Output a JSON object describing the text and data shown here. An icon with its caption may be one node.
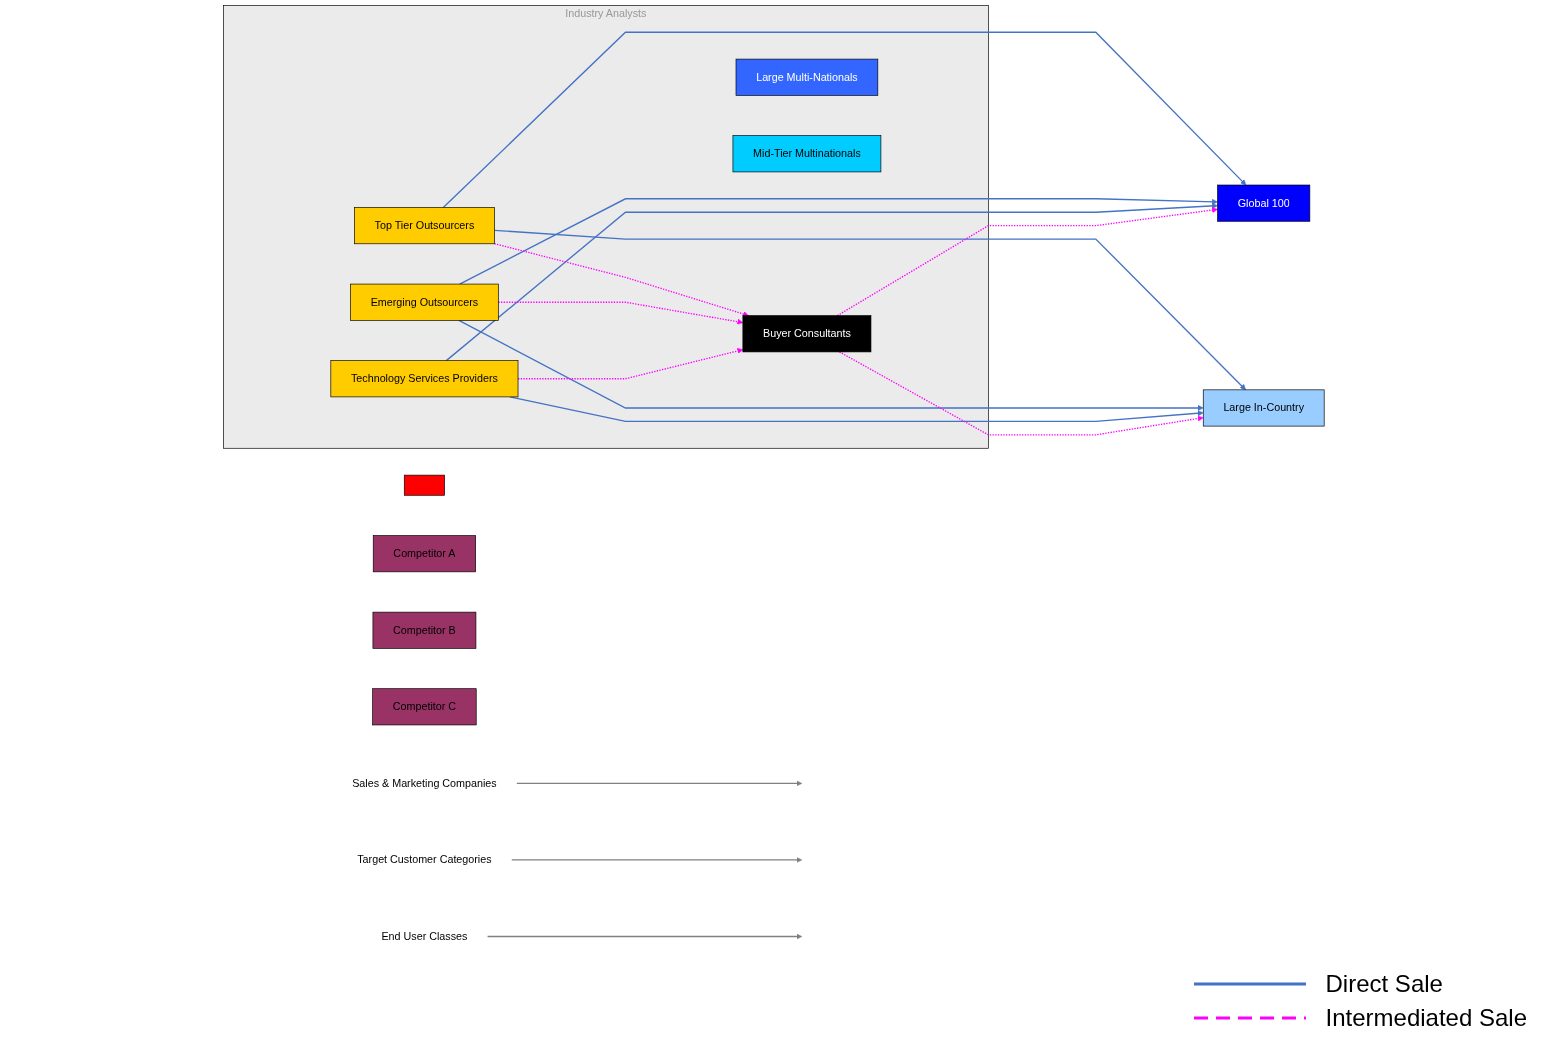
{
  "diagram": {
    "nodes": [
      {
        "text": [
          "Sales & Marketing Companies"
        ]
      },
      {
        "text": [
          "Target Customer Categories"
        ]
      },
      {
        "text": [
          "End User Classes"
        ]
      },
      {
        "text": [],
        "shape": "box"
      },
      {
        "text": [
          "Competitor A"
        ]
      },
      {
        "text": [
          "Competitor B"
        ]
      },
      {
        "text": [
          "Competitor C"
        ]
      },
      {
        "text": [
          "Industry Analysts"
        ]
      },
      {
        "text": [
          "Top Tier Outsourcers"
        ],
        "in": 7
      },
      {
        "text": [
          "Emerging Outsourcers"
        ],
        "in": 7
      },
      {
        "text": [
          "Technology Services Providers"
        ],
        "in": 7
      },
      {
        "text": [
          "Buyer Consultants"
        ],
        "in": 7
      },
      {
        "text": [
          "Global 100"
        ]
      },
      {
        "text": [
          "Large Multi-Nationals"
        ],
        "in": 7
      },
      {
        "text": [
          "Mid-Tier Multinationals"
        ],
        "in": 7
      },
      {
        "text": [
          "Large In-Country"
        ]
      }
    ],
    "edges": [
      {
        "from": 0,
        "to": null,
        "arrow": "to",
        "color": "#808080"
      },
      {
        "from": 1,
        "to": null,
        "arrow": "to",
        "color": "#808080"
      },
      {
        "from": 2,
        "to": null,
        "arrow": "to",
        "color": "#808080"
      },
      {
        "from": 8,
        "to": 12,
        "arrow": "to"
      },
      {
        "from": 8,
        "to": 15,
        "arrow": "to"
      },
      {
        "from": 9,
        "to": 12,
        "arrow": "to"
      },
      {
        "from": 9,
        "to": 15,
        "arrow": "to"
      },
      {
        "from": 10,
        "to": 12,
        "arrow": "to"
      },
      {
        "from": 10,
        "to": 15,
        "arrow": "to"
      },
      {
        "from": 8,
        "to": 11,
        "arrow": "to",
        "style": "dashed",
        "color": "#ff00ff"
      },
      {
        "from": 9,
        "to": 11,
        "arrow": "to",
        "style": "dashed",
        "color": "#ff00ff"
      },
      {
        "from": 10,
        "to": 11,
        "arrow": "to",
        "style": "dashed",
        "color": "#ff00ff"
      },
      {
        "from": 11,
        "to": 12,
        "arrow": "to",
        "style": "dashed",
        "color": "#ff00ff"
      },
      {
        "from": 11,
        "to": 15,
        "arrow": "to",
        "style": "dashed",
        "color": "#ff00ff"
      }
    ],
    "legend": [
      {
        "text": "Direct Sale"
      },
      {
        "text": "Intermediated Sale"
      }
    ]
  }
}
